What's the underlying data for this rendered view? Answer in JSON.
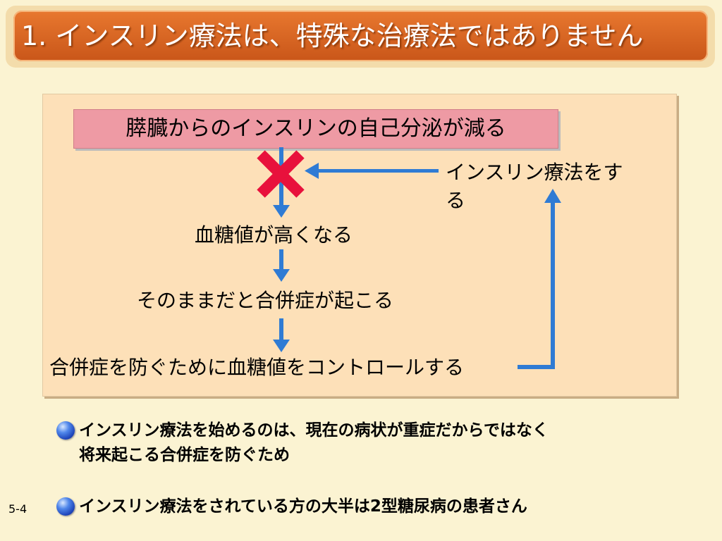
{
  "title": "1. インスリン療法は、特殊な治療法ではありません",
  "diagram": {
    "start_box": "膵臓からのインスリンの自己分泌が減る",
    "step_high_glucose": "血糖値が高くなる",
    "step_complications": "そのままだと合併症が起こる",
    "step_control": "合併症を防ぐために血糖値をコントロールする",
    "therapy_line1": "インスリン療法をす",
    "therapy_line2": "る",
    "cross_icon": "red-x-icon",
    "arrow_color": "#2f7bd4",
    "cross_color": "#e8113c"
  },
  "bullets": [
    {
      "line1": "インスリン療法を始めるのは、現在の病状が重症だからではなく",
      "line2": "将来起こる合併症を防ぐため"
    },
    {
      "line1": "インスリン療法をされている方の大半は2型糖尿病の患者さん"
    }
  ],
  "page_number": "5-4"
}
